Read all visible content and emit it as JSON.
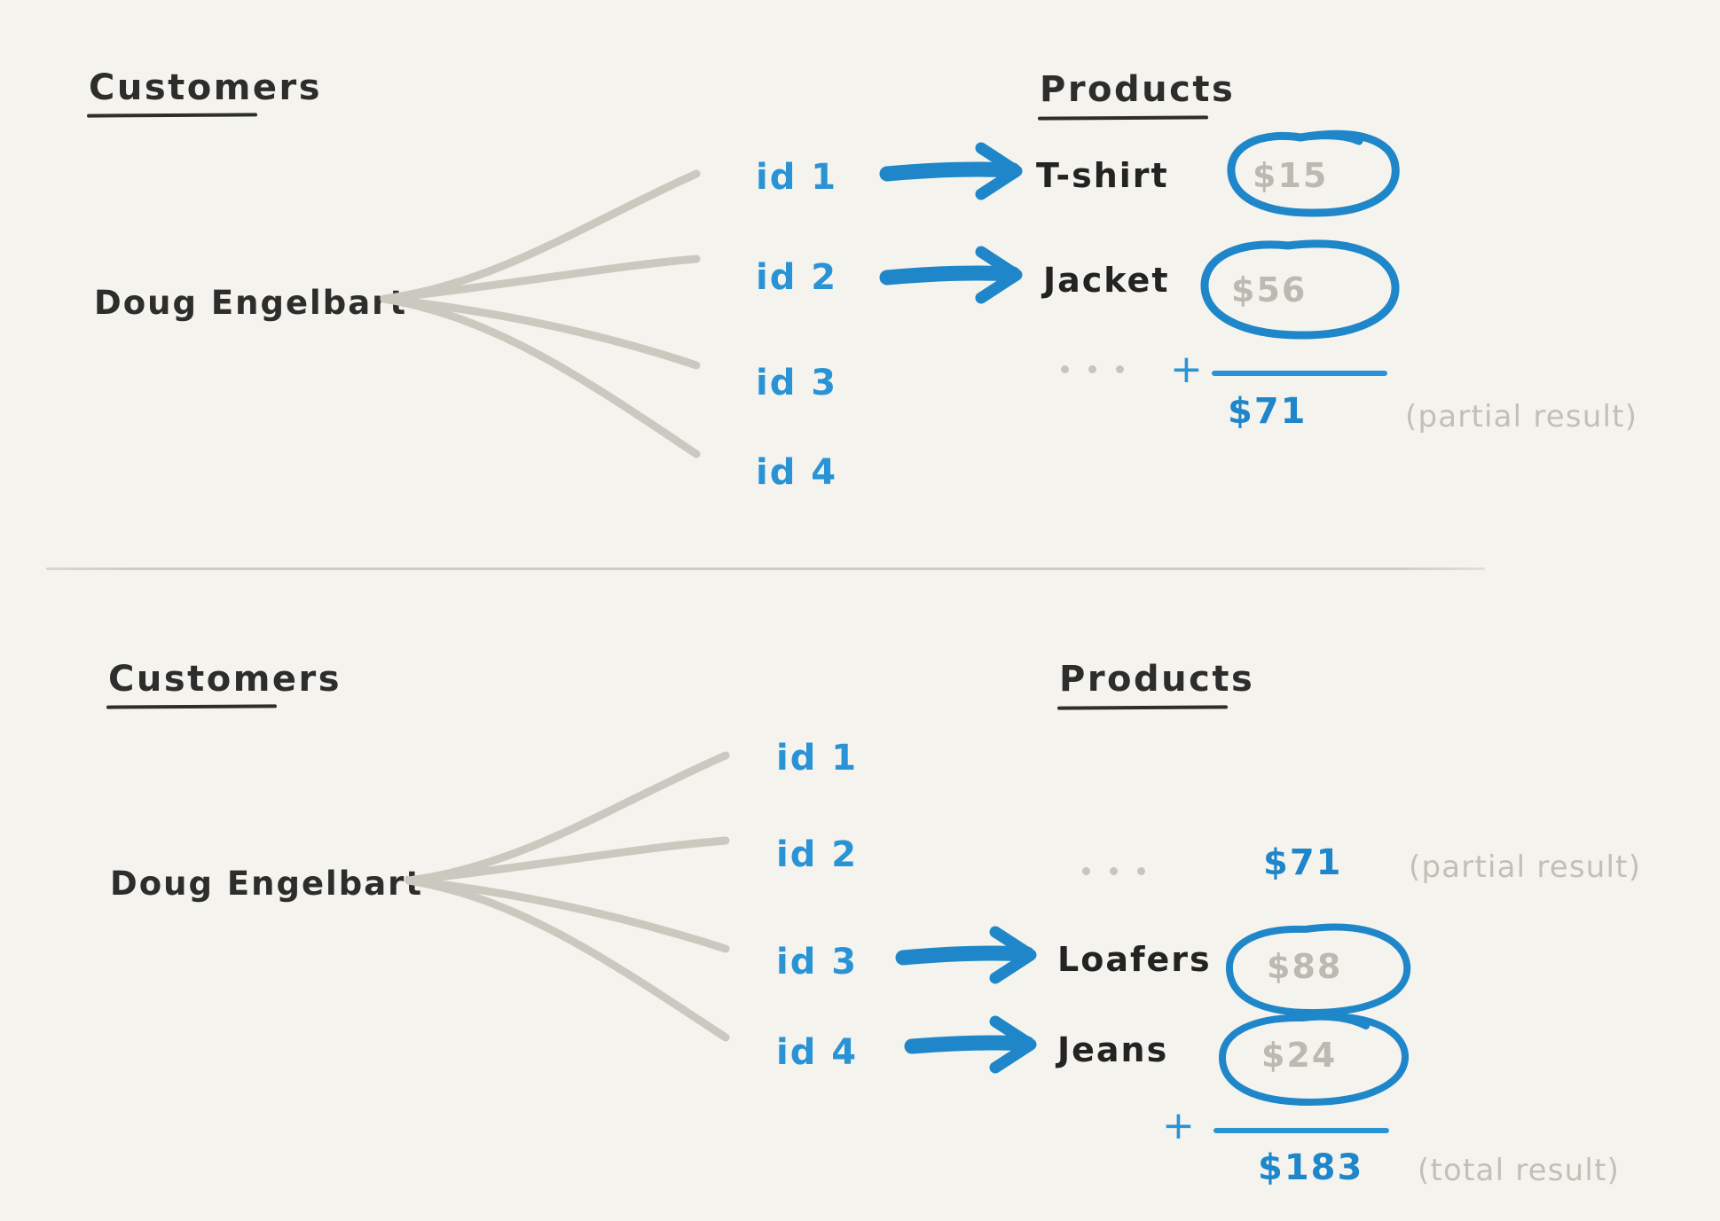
{
  "canvas": {
    "background_color": "#f4f3ee",
    "blue": "#1f87c9",
    "gray": "#c2c0b6",
    "ink": "#2d2d2b"
  },
  "panels": [
    {
      "id": "top",
      "customers_heading": "Customers",
      "products_heading": "Products",
      "customer_name": "Doug Engelbart",
      "ids": [
        "id 1",
        "id 2",
        "id 3",
        "id 4"
      ],
      "rows": [
        {
          "id": "id 1",
          "product": "T-shirt",
          "price": "$15",
          "circled": true,
          "arrow": true
        },
        {
          "id": "id 2",
          "product": "Jacket",
          "price": "$56",
          "circled": true,
          "arrow": true
        },
        {
          "id": "id 3",
          "product": "",
          "price": "",
          "circled": false,
          "arrow": false
        },
        {
          "id": "id 4",
          "product": "",
          "price": "",
          "circled": false,
          "arrow": false
        }
      ],
      "ellipsis": "...",
      "plus": "+",
      "sum_value": "$71",
      "sum_note": "(partial result)"
    },
    {
      "id": "bottom",
      "customers_heading": "Customers",
      "products_heading": "Products",
      "customer_name": "Doug Engelbart",
      "ids": [
        "id 1",
        "id 2",
        "id 3",
        "id 4"
      ],
      "rows": [
        {
          "id": "id 1",
          "product": "",
          "price": "",
          "circled": false,
          "arrow": false
        },
        {
          "id": "id 2",
          "product": "",
          "price": "",
          "circled": false,
          "arrow": false
        },
        {
          "id": "id 3",
          "product": "Loafers",
          "price": "$88",
          "circled": true,
          "arrow": true
        },
        {
          "id": "id 4",
          "product": "Jeans",
          "price": "$24",
          "circled": true,
          "arrow": true
        }
      ],
      "ellipsis": "...",
      "carried_value": "$71",
      "carried_note": "(partial result)",
      "plus": "+",
      "sum_value": "$183",
      "sum_note": "(total result)"
    }
  ]
}
